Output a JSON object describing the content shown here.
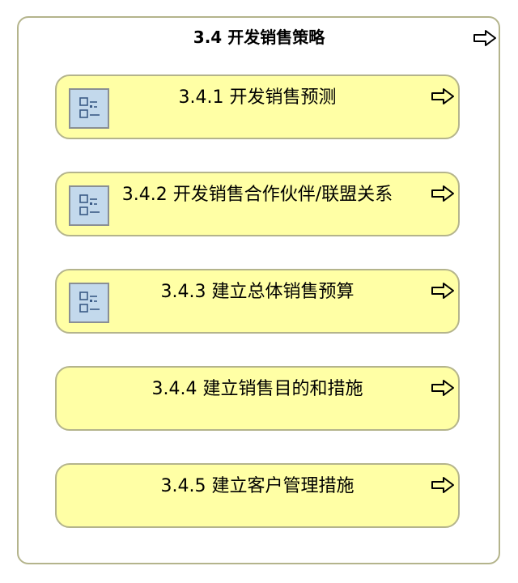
{
  "process": {
    "title": "3.4 开发销售策略",
    "steps": [
      {
        "label": "3.4.1 开发销售预测",
        "has_subprocess_icon": true
      },
      {
        "label": "3.4.2 开发销售合作伙伴/联盟关系",
        "has_subprocess_icon": true
      },
      {
        "label": "3.4.3 建立总体销售预算",
        "has_subprocess_icon": true
      },
      {
        "label": "3.4.4 建立销售目的和措施",
        "has_subprocess_icon": false
      },
      {
        "label": "3.4.5 建立客户管理措施",
        "has_subprocess_icon": false
      }
    ]
  },
  "icons": {
    "step_link": "arrow-right-outline-icon",
    "subprocess": "checklist-icon"
  },
  "colors": {
    "card_fill": "#ffffa5",
    "card_border": "#b4b48c",
    "icon_fill": "#c3d9ec"
  }
}
